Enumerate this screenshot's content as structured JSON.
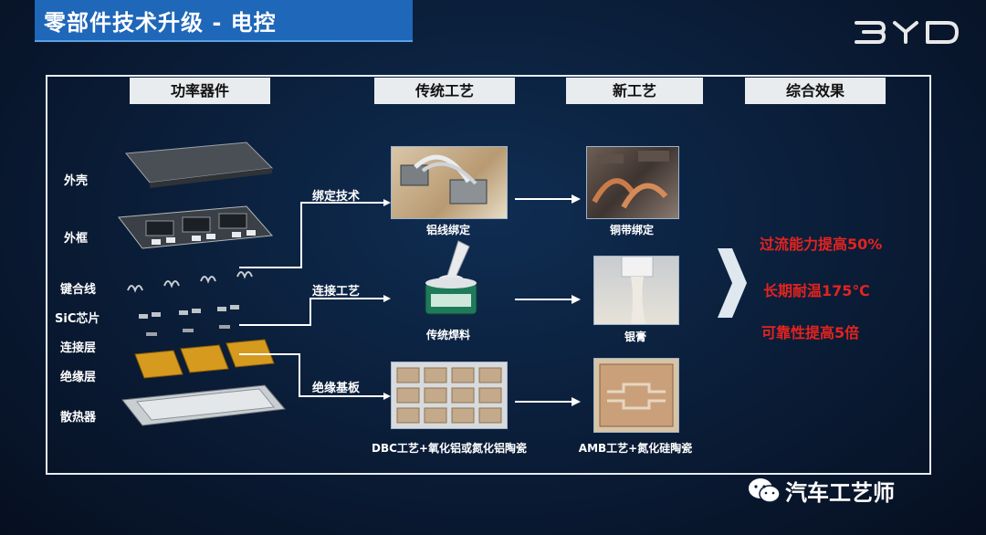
{
  "slide": {
    "title": "零部件技术升级 - 电控",
    "logo_text": "BYD",
    "columns": [
      "功率器件",
      "传统工艺",
      "新工艺",
      "综合效果"
    ]
  },
  "components": [
    "外壳",
    "外框",
    "键合线",
    "SiC芯片",
    "连接层",
    "绝缘层",
    "散热器"
  ],
  "process_rows": [
    {
      "step": "绑定技术",
      "traditional": "铝线绑定",
      "new": "铜带绑定"
    },
    {
      "step": "连接工艺",
      "traditional": "传统焊料",
      "new": "银膏"
    },
    {
      "step": "绝缘基板",
      "traditional": "DBC工艺+氧化铝或氮化铝陶瓷",
      "new": "AMB工艺+氮化硅陶瓷"
    }
  ],
  "effects": [
    "过流能力提高50%",
    "长期耐温175℃",
    "可靠性提高5倍"
  ],
  "watermark": "汽车工艺师",
  "colors": {
    "accent": "#1f67b8",
    "effect": "#e4231f",
    "background": "#0a1c36"
  }
}
